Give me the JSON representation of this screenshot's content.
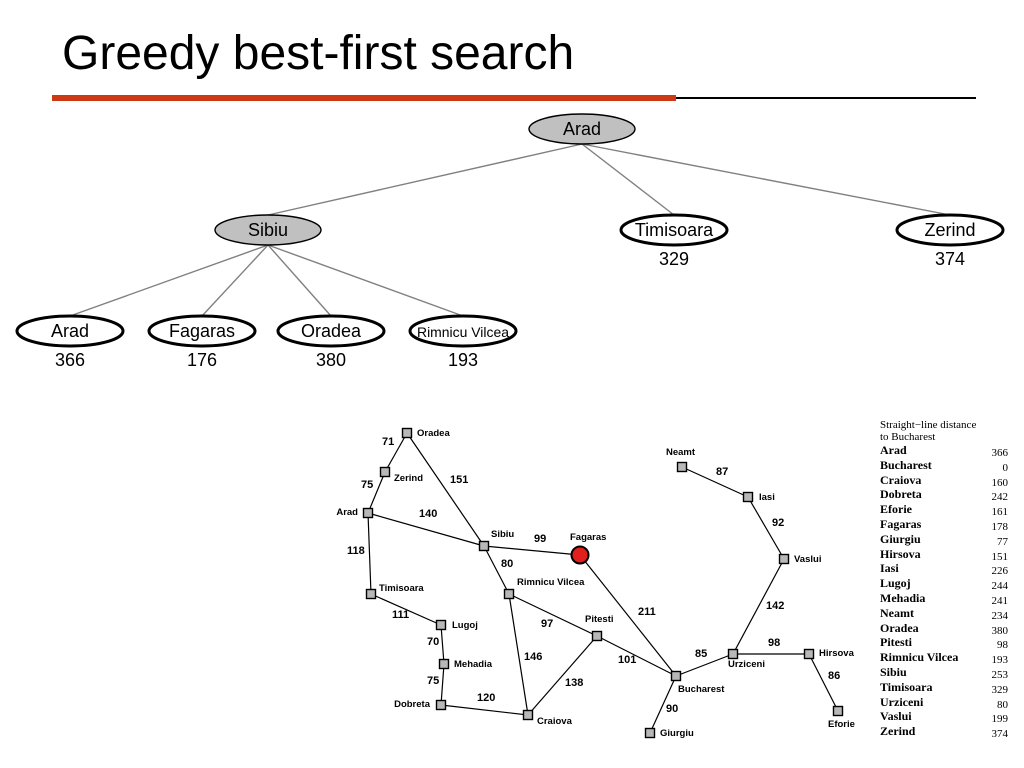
{
  "title": "Greedy best-first search",
  "tree": {
    "nodes": [
      {
        "id": "arad-root",
        "label": "Arad",
        "value": "",
        "expanded": true
      },
      {
        "id": "sibiu",
        "label": "Sibiu",
        "value": "",
        "expanded": true
      },
      {
        "id": "timisoara",
        "label": "Timisoara",
        "value": "329",
        "expanded": false
      },
      {
        "id": "zerind",
        "label": "Zerind",
        "value": "374",
        "expanded": false
      },
      {
        "id": "arad-leaf",
        "label": "Arad",
        "value": "366",
        "expanded": false
      },
      {
        "id": "fagaras",
        "label": "Fagaras",
        "value": "176",
        "expanded": false
      },
      {
        "id": "oradea",
        "label": "Oradea",
        "value": "380",
        "expanded": false
      },
      {
        "id": "rimnicu",
        "label": "Rimnicu Vilcea",
        "value": "193",
        "expanded": false
      }
    ],
    "edges": [
      [
        "arad-root",
        "sibiu"
      ],
      [
        "arad-root",
        "timisoara"
      ],
      [
        "arad-root",
        "zerind"
      ],
      [
        "sibiu",
        "arad-leaf"
      ],
      [
        "sibiu",
        "fagaras"
      ],
      [
        "sibiu",
        "oradea"
      ],
      [
        "sibiu",
        "rimnicu"
      ]
    ]
  },
  "map": {
    "cities": [
      {
        "id": "oradea",
        "label": "Oradea"
      },
      {
        "id": "zerind",
        "label": "Zerind"
      },
      {
        "id": "arad",
        "label": "Arad"
      },
      {
        "id": "timisoara",
        "label": "Timisoara"
      },
      {
        "id": "lugoj",
        "label": "Lugoj"
      },
      {
        "id": "mehadia",
        "label": "Mehadia"
      },
      {
        "id": "dobreta",
        "label": "Dobreta"
      },
      {
        "id": "craiova",
        "label": "Craiova"
      },
      {
        "id": "sibiu",
        "label": "Sibiu"
      },
      {
        "id": "rimnicu",
        "label": "Rimnicu Vilcea"
      },
      {
        "id": "fagaras",
        "label": "Fagaras",
        "highlight": true
      },
      {
        "id": "pitesti",
        "label": "Pitesti"
      },
      {
        "id": "bucharest",
        "label": "Bucharest"
      },
      {
        "id": "giurgiu",
        "label": "Giurgiu"
      },
      {
        "id": "urziceni",
        "label": "Urziceni"
      },
      {
        "id": "hirsova",
        "label": "Hirsova"
      },
      {
        "id": "eforie",
        "label": "Eforie"
      },
      {
        "id": "vaslui",
        "label": "Vaslui"
      },
      {
        "id": "iasi",
        "label": "Iasi"
      },
      {
        "id": "neamt",
        "label": "Neamt"
      }
    ],
    "roads": [
      {
        "a": "oradea",
        "b": "zerind",
        "dist": "71"
      },
      {
        "a": "zerind",
        "b": "arad",
        "dist": "75"
      },
      {
        "a": "oradea",
        "b": "sibiu",
        "dist": "151"
      },
      {
        "a": "arad",
        "b": "sibiu",
        "dist": "140"
      },
      {
        "a": "arad",
        "b": "timisoara",
        "dist": "118"
      },
      {
        "a": "timisoara",
        "b": "lugoj",
        "dist": "111"
      },
      {
        "a": "lugoj",
        "b": "mehadia",
        "dist": "70"
      },
      {
        "a": "mehadia",
        "b": "dobreta",
        "dist": "75"
      },
      {
        "a": "dobreta",
        "b": "craiova",
        "dist": "120"
      },
      {
        "a": "sibiu",
        "b": "fagaras",
        "dist": "99"
      },
      {
        "a": "sibiu",
        "b": "rimnicu",
        "dist": "80"
      },
      {
        "a": "rimnicu",
        "b": "pitesti",
        "dist": "97"
      },
      {
        "a": "rimnicu",
        "b": "craiova",
        "dist": "146"
      },
      {
        "a": "craiova",
        "b": "pitesti",
        "dist": "138"
      },
      {
        "a": "fagaras",
        "b": "bucharest",
        "dist": "211"
      },
      {
        "a": "pitesti",
        "b": "bucharest",
        "dist": "101"
      },
      {
        "a": "bucharest",
        "b": "giurgiu",
        "dist": "90"
      },
      {
        "a": "bucharest",
        "b": "urziceni",
        "dist": "85"
      },
      {
        "a": "urziceni",
        "b": "hirsova",
        "dist": "98"
      },
      {
        "a": "hirsova",
        "b": "eforie",
        "dist": "86"
      },
      {
        "a": "urziceni",
        "b": "vaslui",
        "dist": "142"
      },
      {
        "a": "vaslui",
        "b": "iasi",
        "dist": "92"
      },
      {
        "a": "iasi",
        "b": "neamt",
        "dist": "87"
      }
    ]
  },
  "legend": {
    "title_line1": "Straight−line distance",
    "title_line2": "to Bucharest",
    "rows": [
      {
        "city": "Arad",
        "dist": "366"
      },
      {
        "city": "Bucharest",
        "dist": "0"
      },
      {
        "city": "Craiova",
        "dist": "160"
      },
      {
        "city": "Dobreta",
        "dist": "242"
      },
      {
        "city": "Eforie",
        "dist": "161"
      },
      {
        "city": "Fagaras",
        "dist": "178"
      },
      {
        "city": "Giurgiu",
        "dist": "77"
      },
      {
        "city": "Hirsova",
        "dist": "151"
      },
      {
        "city": "Iasi",
        "dist": "226"
      },
      {
        "city": "Lugoj",
        "dist": "244"
      },
      {
        "city": "Mehadia",
        "dist": "241"
      },
      {
        "city": "Neamt",
        "dist": "234"
      },
      {
        "city": "Oradea",
        "dist": "380"
      },
      {
        "city": "Pitesti",
        "dist": "98"
      },
      {
        "city": "Rimnicu Vilcea",
        "dist": "193"
      },
      {
        "city": "Sibiu",
        "dist": "253"
      },
      {
        "city": "Timisoara",
        "dist": "329"
      },
      {
        "city": "Urziceni",
        "dist": "80"
      },
      {
        "city": "Vaslui",
        "dist": "199"
      },
      {
        "city": "Zerind",
        "dist": "374"
      }
    ]
  },
  "colors": {
    "title_accent": "#cc3a14",
    "expanded_node_fill": "#c0c0c0",
    "highlight_city": "#e0201c",
    "city_marker": "#b8b8b8"
  }
}
